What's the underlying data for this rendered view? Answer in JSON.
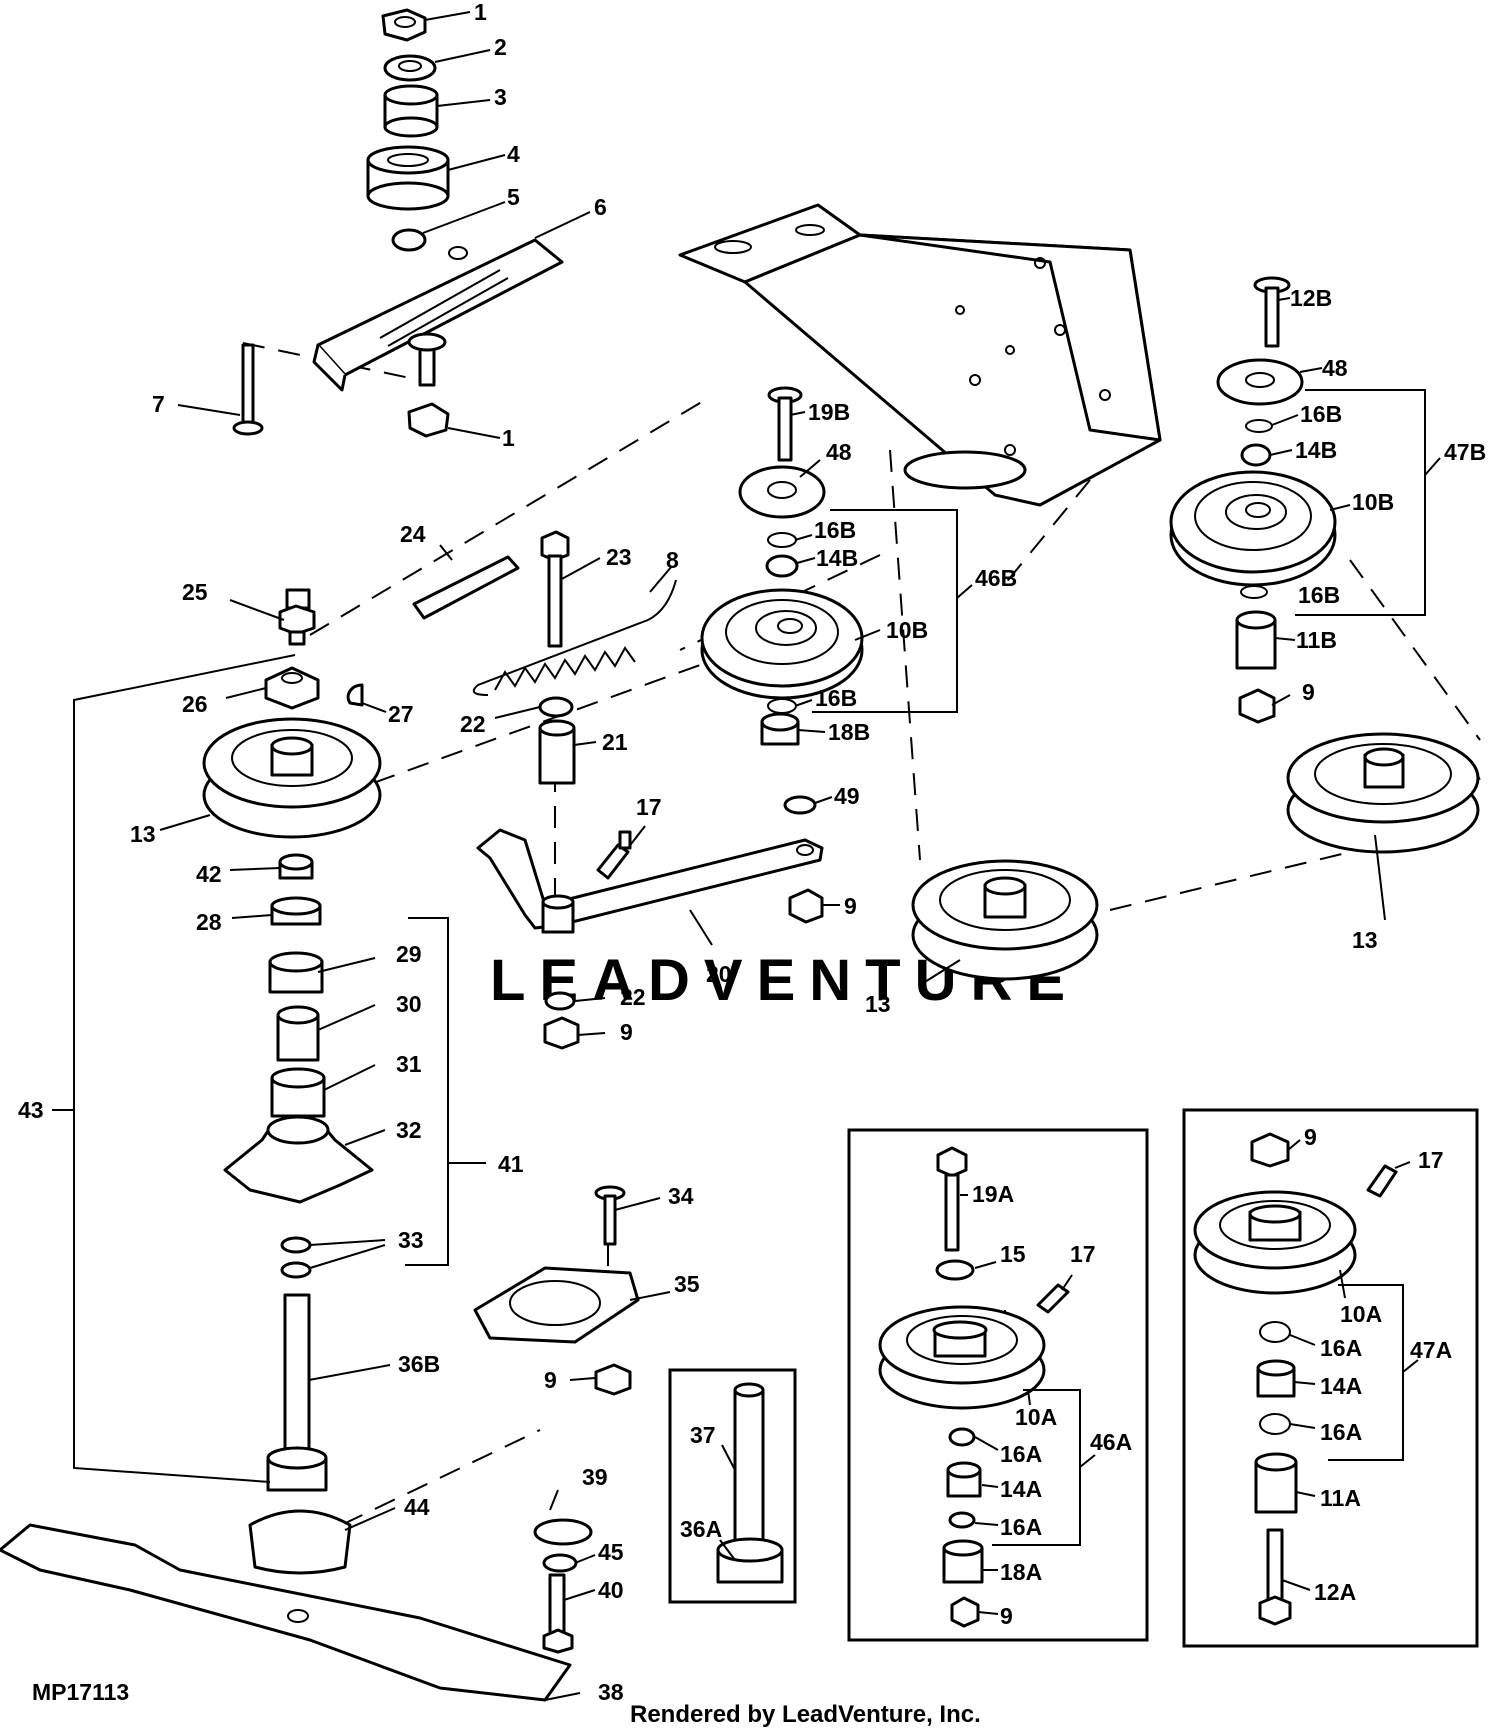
{
  "diagram_code": "MP17113",
  "footer_credit": "Rendered by LeadVenture, Inc.",
  "watermark": "LEADVENTURE",
  "callouts": {
    "c1a": "1",
    "c2": "2",
    "c3": "3",
    "c4": "4",
    "c5": "5",
    "c6": "6",
    "c7": "7",
    "c1b": "1",
    "c12B": "12B",
    "c48a": "48",
    "c16Ba": "16B",
    "c14Ba": "14B",
    "c47B": "47B",
    "c10Ba": "10B",
    "c16Bb": "16B",
    "c11B": "11B",
    "c9a": "9",
    "c19B": "19B",
    "c48b": "48",
    "c16Bc": "16B",
    "c14Bb": "14B",
    "c46B": "46B",
    "c10Bb": "10B",
    "c16Bd": "16B",
    "c18B": "18B",
    "c49": "49",
    "c9b": "9",
    "c24": "24",
    "c23": "23",
    "c8": "8",
    "c25": "25",
    "c26": "26",
    "c27": "27",
    "c22a": "22",
    "c21": "21",
    "c13a": "13",
    "c42": "42",
    "c28": "28",
    "c17a": "17",
    "c20": "20",
    "c22b": "22",
    "c9c": "9",
    "c13b": "13",
    "c13c": "13",
    "c43": "43",
    "c29": "29",
    "c30": "30",
    "c31": "31",
    "c32": "32",
    "c41": "41",
    "c33": "33",
    "c34": "34",
    "c35": "35",
    "c9d": "9",
    "c36B": "36B",
    "c44": "44",
    "c39": "39",
    "c45": "45",
    "c40": "40",
    "c38": "38",
    "c37": "37",
    "c36A": "36A",
    "c19A": "19A",
    "c15": "15",
    "c17b": "17",
    "c10Aa": "10A",
    "c16Aa": "16A",
    "c46A": "46A",
    "c14Aa": "14A",
    "c16Ab": "16A",
    "c18A": "18A",
    "c9e": "9",
    "c9f": "9",
    "c17c": "17",
    "c10Ab": "10A",
    "c16Ac": "16A",
    "c47A": "47A",
    "c14Ab": "14A",
    "c16Ad": "16A",
    "c11A": "11A",
    "c12A": "12A"
  }
}
